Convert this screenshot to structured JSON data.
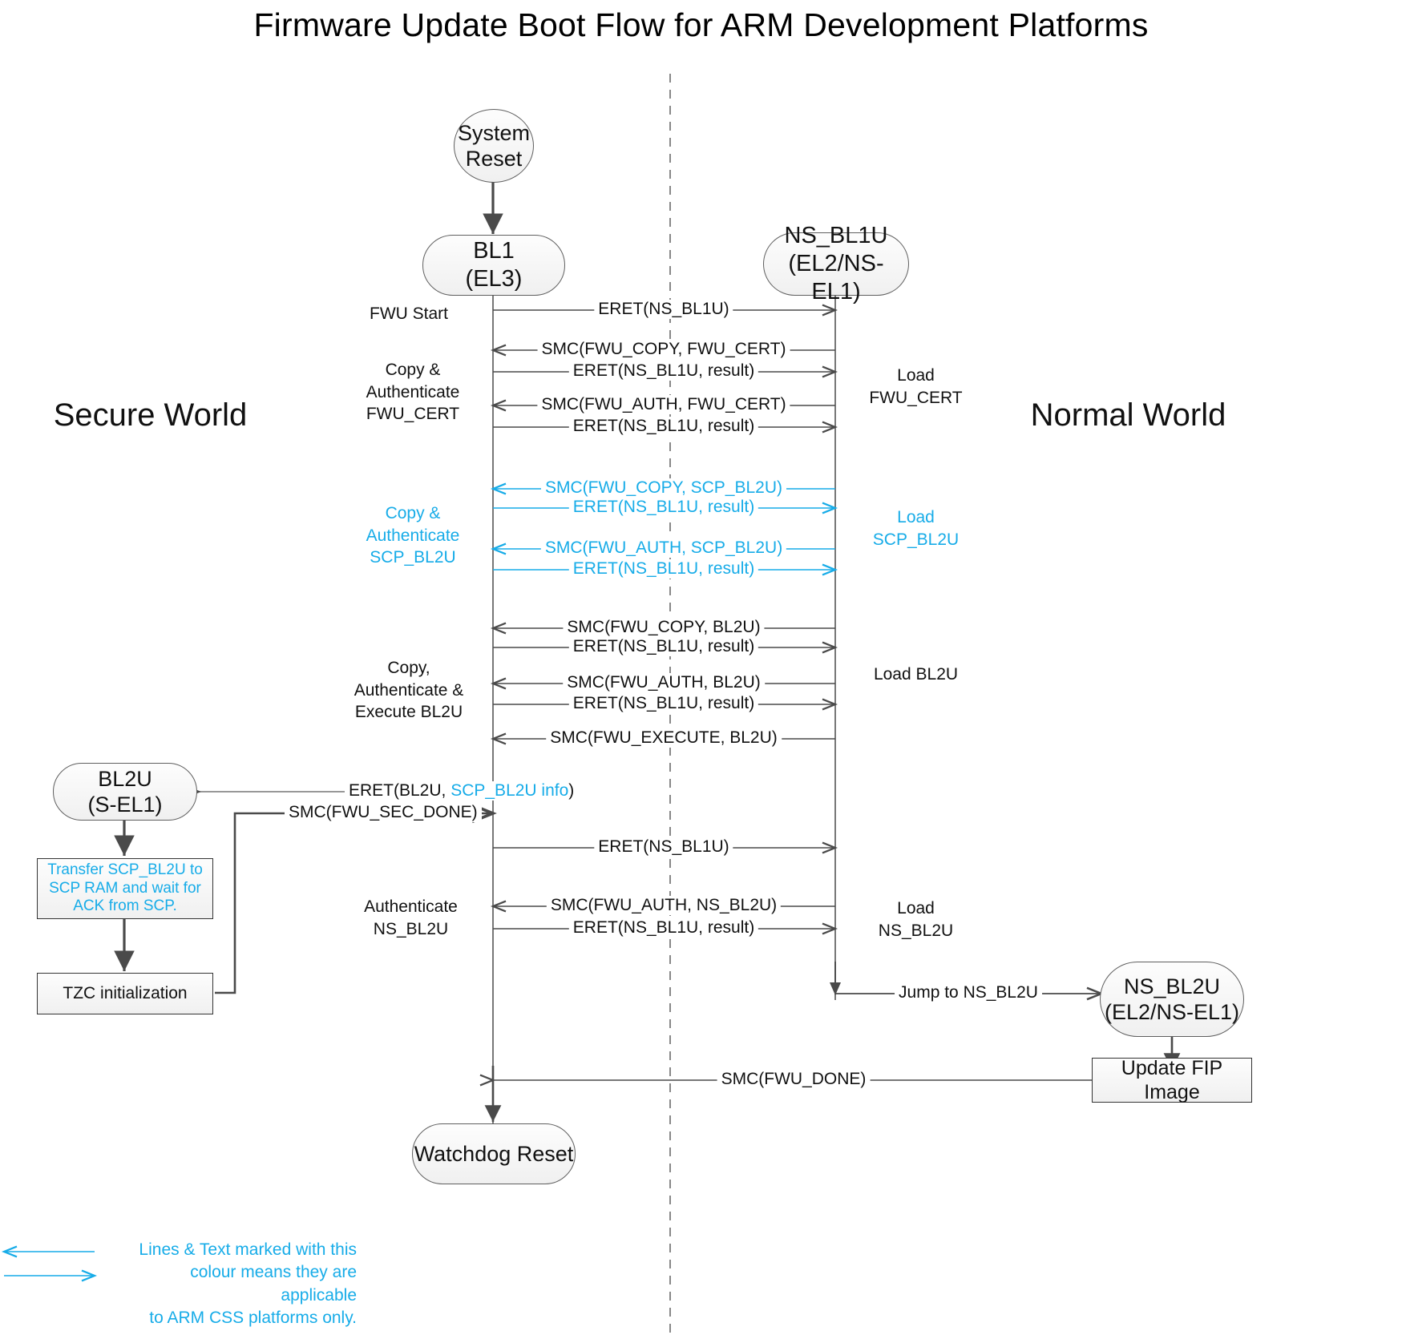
{
  "title": "Firmware Update Boot Flow for ARM Development Platforms",
  "colors": {
    "accent_cyan": "#17ACE8",
    "line_dark": "#4a4a4a",
    "text": "#111111"
  },
  "worlds": {
    "left": "Secure\nWorld",
    "right": "Normal\nWorld"
  },
  "nodes": {
    "system_reset": "System\nReset",
    "bl1": "BL1\n(EL3)",
    "ns_bl1u": "NS_BL1U\n(EL2/NS-EL1)",
    "bl2u": "BL2U\n(S-EL1)",
    "transfer_scp": "Transfer SCP_BL2U to\nSCP RAM and wait for\nACK from SCP.",
    "tzc_init": "TZC initialization",
    "ns_bl2u": "NS_BL2U\n(EL2/NS-EL1)",
    "update_fip": "Update FIP Image",
    "watchdog_reset": "Watchdog Reset"
  },
  "left_labels": [
    {
      "id": "fwu-start",
      "text": "FWU Start",
      "cyan": false
    },
    {
      "id": "copy-auth-fwu-cert",
      "text": "Copy &\nAuthenticate\nFWU_CERT",
      "cyan": false
    },
    {
      "id": "copy-auth-scp-bl2u",
      "text": "Copy &\nAuthenticate\nSCP_BL2U",
      "cyan": true
    },
    {
      "id": "copy-auth-exec-bl2u",
      "text": "Copy,\nAuthenticate &\nExecute BL2U",
      "cyan": false
    },
    {
      "id": "authenticate-ns-bl2u",
      "text": "Authenticate\nNS_BL2U",
      "cyan": false
    }
  ],
  "right_labels": [
    {
      "id": "load-fwu-cert",
      "text": "Load\nFWU_CERT",
      "cyan": false
    },
    {
      "id": "load-scp-bl2u",
      "text": "Load\nSCP_BL2U",
      "cyan": true
    },
    {
      "id": "load-bl2u",
      "text": "Load BL2U",
      "cyan": false
    },
    {
      "id": "load-ns-bl2u",
      "text": "Load\nNS_BL2U",
      "cyan": false
    }
  ],
  "messages": [
    {
      "id": "m1",
      "text": "ERET(NS_BL1U)",
      "dir": "right",
      "cyan": false
    },
    {
      "id": "m2",
      "text": "SMC(FWU_COPY, FWU_CERT)",
      "dir": "left",
      "cyan": false
    },
    {
      "id": "m3",
      "text": "ERET(NS_BL1U, result)",
      "dir": "right",
      "cyan": false
    },
    {
      "id": "m4",
      "text": "SMC(FWU_AUTH, FWU_CERT)",
      "dir": "left",
      "cyan": false
    },
    {
      "id": "m5",
      "text": "ERET(NS_BL1U, result)",
      "dir": "right",
      "cyan": false
    },
    {
      "id": "m6",
      "text": "SMC(FWU_COPY, SCP_BL2U)",
      "dir": "left",
      "cyan": true
    },
    {
      "id": "m7",
      "text": "ERET(NS_BL1U, result)",
      "dir": "right",
      "cyan": true
    },
    {
      "id": "m8",
      "text": "SMC(FWU_AUTH, SCP_BL2U)",
      "dir": "left",
      "cyan": true
    },
    {
      "id": "m9",
      "text": "ERET(NS_BL1U, result)",
      "dir": "right",
      "cyan": true
    },
    {
      "id": "m10",
      "text": "SMC(FWU_COPY, BL2U)",
      "dir": "left",
      "cyan": false
    },
    {
      "id": "m11",
      "text": "ERET(NS_BL1U, result)",
      "dir": "right",
      "cyan": false
    },
    {
      "id": "m12",
      "text": "SMC(FWU_AUTH, BL2U)",
      "dir": "left",
      "cyan": false
    },
    {
      "id": "m13",
      "text": "ERET(NS_BL1U, result)",
      "dir": "right",
      "cyan": false
    },
    {
      "id": "m14",
      "text": "SMC(FWU_EXECUTE, BL2U)",
      "dir": "left",
      "cyan": false
    },
    {
      "id": "m15",
      "text": "ERET(NS_BL1U)",
      "dir": "right",
      "cyan": false
    },
    {
      "id": "m16",
      "text": "SMC(FWU_AUTH, NS_BL2U)",
      "dir": "left",
      "cyan": false
    },
    {
      "id": "m17",
      "text": "ERET(NS_BL1U, result)",
      "dir": "right",
      "cyan": false
    }
  ],
  "special_messages": {
    "eret_bl2u_prefix": "ERET(BL2U, ",
    "eret_bl2u_cyan": "SCP_BL2U info",
    "eret_bl2u_suffix": ")",
    "smc_fwu_sec_done": "SMC(FWU_SEC_DONE)",
    "jump_to_ns_bl2u": "Jump to NS_BL2U",
    "smc_fwu_done": "SMC(FWU_DONE)"
  },
  "legend": {
    "note": "Lines & Text marked with this\ncolour means they are applicable\nto ARM CSS platforms only."
  }
}
